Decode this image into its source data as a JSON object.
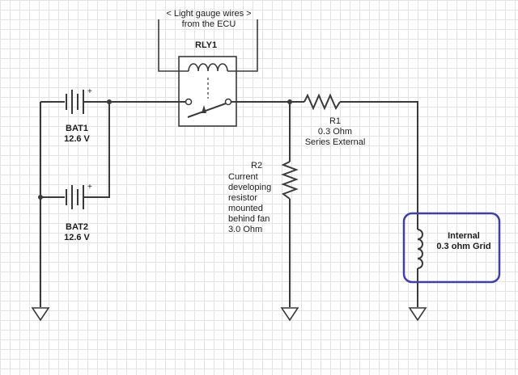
{
  "ecu_wires": {
    "line1": "< Light gauge wires >",
    "line2": "from the ECU"
  },
  "relay": {
    "name": "RLY1"
  },
  "bat1": {
    "name": "BAT1",
    "voltage": "12.6 V"
  },
  "bat2": {
    "name": "BAT2",
    "voltage": "12.6 V"
  },
  "r1": {
    "name": "R1",
    "value": "0.3 Ohm",
    "desc": "Series External"
  },
  "r2": {
    "name": "R2",
    "desc_lines": [
      "Current",
      "developing",
      "resistor",
      "mounted",
      "behind fan",
      "3.0 Ohm"
    ]
  },
  "coil": {
    "line1": "Internal",
    "line2": "0.3 ohm Grid",
    "highlight_color": "#3b3fb0"
  },
  "battery_symbol": {
    "plus": "+"
  }
}
